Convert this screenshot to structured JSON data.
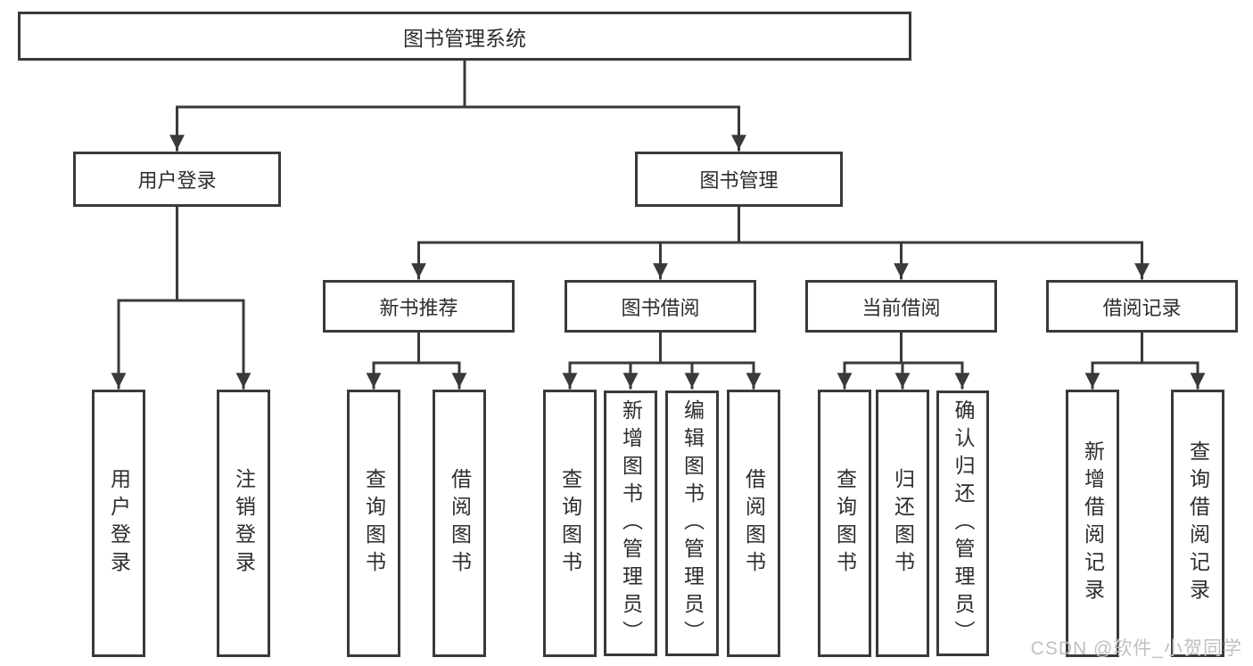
{
  "tree": {
    "root": "图书管理系统",
    "branches": [
      {
        "label": "用户登录",
        "children": [
          "用户登录",
          "注销登录"
        ]
      },
      {
        "label": "图书管理",
        "groups": [
          {
            "label": "新书推荐",
            "children": [
              "查询图书",
              "借阅图书"
            ]
          },
          {
            "label": "图书借阅",
            "children": [
              "查询图书",
              "新增图书（管理员）",
              "编辑图书（管理员）",
              "借阅图书"
            ]
          },
          {
            "label": "当前借阅",
            "children": [
              "查询图书",
              "归还图书",
              "确认归还（管理员）"
            ]
          },
          {
            "label": "借阅记录",
            "children": [
              "新增借阅记录",
              "查询借阅记录"
            ]
          }
        ]
      }
    ]
  },
  "watermark": "CSDN @软件_小贺同学",
  "colors": {
    "line": "#3a3a3a",
    "text": "#2d2d2d",
    "watermark": "#c0c0c0",
    "background": "#ffffff"
  }
}
